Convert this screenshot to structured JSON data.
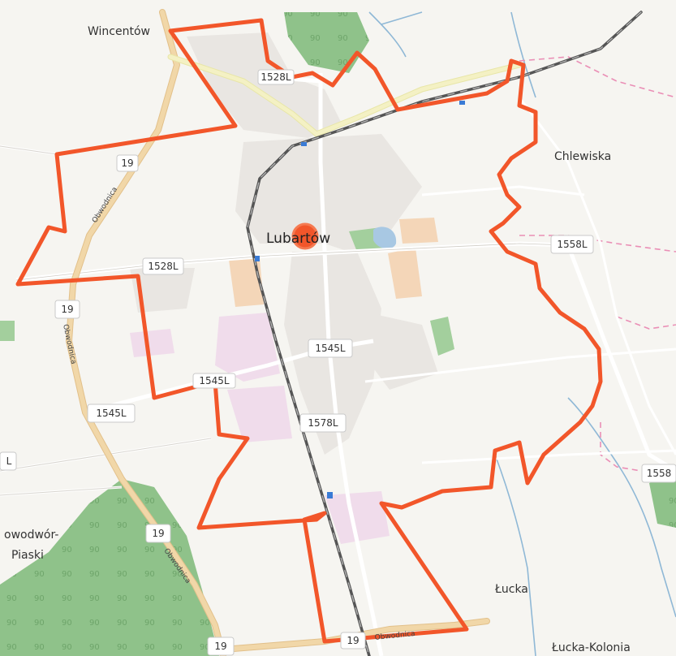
{
  "map": {
    "places": {
      "wincentow": "Wincentów",
      "lubartow": "Lubartów",
      "chlewiska": "Chlewiska",
      "nowodwor_line1": "owodwór-",
      "nowodwor_line2": "Piaski",
      "lucka": "Łucka",
      "lucka_kolonia": "Łucka-Kolonia"
    },
    "roads": {
      "r1528_top": "1528L",
      "r19_a": "19",
      "r1528": "1528L",
      "r19_b": "19",
      "r1558": "1558L",
      "r1545_a": "1545L",
      "r1545_b": "1545L",
      "r1545_c": "1545L",
      "r1578": "1578L",
      "r_edge_left": "L",
      "r1558_right": "1558",
      "r19_c": "19",
      "r19_d": "19",
      "r19_e": "19"
    },
    "road_names": {
      "obwodnica_1": "Obwodnica",
      "obwodnica_2": "Obwodnica",
      "obwodnica_3": "Obwodnica",
      "obwodnica_4": "Obwodnica"
    },
    "tree_glyph": "90",
    "colors": {
      "boundary": "#f2562a",
      "forest": "#8fc28a",
      "main_road": "#f1d7a8",
      "railway": "#555555",
      "admin_border": "#ea8fb6",
      "water": "#8fb8d6",
      "urban": "#e8e4e0",
      "industrial": "#f0dceb"
    }
  }
}
